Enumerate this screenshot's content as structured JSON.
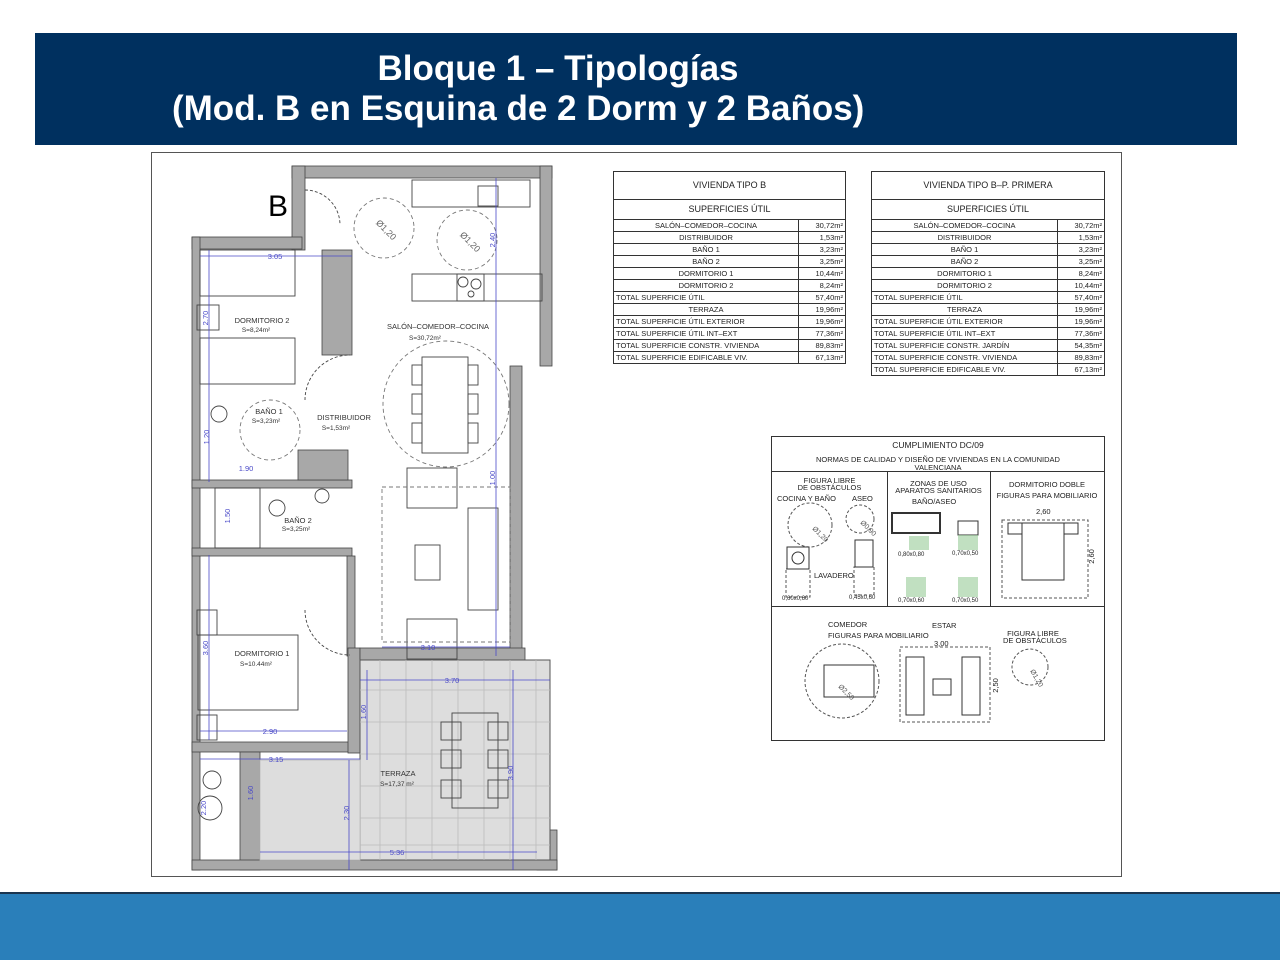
{
  "header": {
    "title": "Bloque 1 – Tipologías",
    "subtitle": "(Mod. B en Esquina de 2 Dorm y 2 Baños)"
  },
  "table_b": {
    "title": "VIVIENDA TIPO B",
    "subtitle": "SUPERFICIES ÚTIL",
    "rows": [
      {
        "label": "SALÓN–COMEDOR–COCINA",
        "value": "30,72m²",
        "center": true
      },
      {
        "label": "DISTRIBUIDOR",
        "value": "1,53m²",
        "center": true
      },
      {
        "label": "BAÑO 1",
        "value": "3,23m²",
        "center": true
      },
      {
        "label": "BAÑO 2",
        "value": "3,25m²",
        "center": true
      },
      {
        "label": "DORMITORIO 1",
        "value": "10,44m²",
        "center": true
      },
      {
        "label": "DORMITORIO 2",
        "value": "8,24m²",
        "center": true
      },
      {
        "label": "TOTAL SUPERFICIE ÚTIL",
        "value": "57,40m²"
      },
      {
        "label": "TERRAZA",
        "value": "19,96m²",
        "center": true
      },
      {
        "label": "TOTAL SUPERFICIE ÚTIL EXTERIOR",
        "value": "19,96m²"
      },
      {
        "label": "TOTAL SUPERFICIE ÚTIL INT–EXT",
        "value": "77,36m²"
      },
      {
        "label": "TOTAL SUPERFICIE CONSTR. VIVIENDA",
        "value": "89,83m²"
      },
      {
        "label": "TOTAL SUPERFICIE EDIFICABLE VIV.",
        "value": "67,13m²"
      }
    ]
  },
  "table_bp": {
    "title": "VIVIENDA TIPO B–P. PRIMERA",
    "subtitle": "SUPERFICIES ÚTIL",
    "rows": [
      {
        "label": "SALÓN–COMEDOR–COCINA",
        "value": "30,72m²",
        "center": true
      },
      {
        "label": "DISTRIBUIDOR",
        "value": "1,53m²",
        "center": true
      },
      {
        "label": "BAÑO 1",
        "value": "3,23m²",
        "center": true
      },
      {
        "label": "BAÑO 2",
        "value": "3,25m²",
        "center": true
      },
      {
        "label": "DORMITORIO 1",
        "value": "8,24m²",
        "center": true
      },
      {
        "label": "DORMITORIO 2",
        "value": "10,44m²",
        "center": true
      },
      {
        "label": "TOTAL SUPERFICIE ÚTIL",
        "value": "57,40m²"
      },
      {
        "label": "TERRAZA",
        "value": "19,96m²",
        "center": true
      },
      {
        "label": "TOTAL SUPERFICIE ÚTIL EXTERIOR",
        "value": "19,96m²"
      },
      {
        "label": "TOTAL SUPERFICIE ÚTIL INT–EXT",
        "value": "77,36m²"
      },
      {
        "label": "TOTAL SUPERFICIE CONSTR. JARDÍN",
        "value": "54,35m²"
      },
      {
        "label": "TOTAL SUPERFICIE CONSTR. VIVIENDA",
        "value": "89,83m²"
      },
      {
        "label": "TOTAL SUPERFICIE EDIFICABLE VIV.",
        "value": "67,13m²"
      }
    ]
  },
  "compliance": {
    "title": "CUMPLIMIENTO DC/09",
    "subtitle1": "NORMAS DE CALIDAD Y DISEÑO DE VIVIENDAS EN LA COMUNIDAD",
    "subtitle2": "VALENCIANA",
    "free1": "FIGURA LIBRE",
    "free2": "DE OBSTÁCULOS",
    "cocina_bano": "COCINA Y BAÑO",
    "aseo": "ASEO",
    "d120": "Ø1,20",
    "d090": "Ø0,90",
    "lavadero": "LAVADERO",
    "m060": "0,60x0,60",
    "m045": "0,45x0,60",
    "zonas1": "ZONAS DE USO",
    "zonas2": "APARATOS SANITARIOS",
    "bano_aseo": "BAÑO/ASEO",
    "m080": "0,80x0,80",
    "m070a": "0,70x0,50",
    "m070b": "0,70x0,60",
    "m070c": "0,70x0,50",
    "dorm1": "DORMITORIO DOBLE",
    "dorm2": "FIGURAS PARA MOBILIARIO",
    "d260a": "2,60",
    "d260b": "2,60",
    "comedor": "COMEDOR",
    "figuras": "FIGURAS PARA MOBILIARIO",
    "estar": "ESTAR",
    "d300": "3,00",
    "d250": "2,50",
    "d250c": "Ø2,50",
    "free3": "FIGURA LIBRE",
    "free4": "DE OBSTÁCULOS",
    "d120b": "Ø1,20"
  },
  "plan": {
    "type_letter": "B",
    "dorm2": "DORMITORIO 2",
    "dorm2_s": "S=8,24m²",
    "salon": "SALÓN–COMEDOR–COCINA",
    "salon_s": "S=30,72m²",
    "bano1": "BAÑO 1",
    "bano1_s": "S=3,23m²",
    "distribuidor": "DISTRIBUIDOR",
    "distribuidor_s": "S=1,53m²",
    "bano2": "BAÑO 2",
    "bano2_s": "S=3,25m²",
    "dorm1": "DORMITORIO 1",
    "dorm1_s": "S=10.44m²",
    "terraza": "TERRAZA",
    "terraza_s": "S=17,37 m²",
    "circle1": "Ø1,20",
    "circle2": "Ø1,20",
    "dims": {
      "d305": "3.05",
      "d270": "2.70",
      "d240": "2.40",
      "d100": "1.00",
      "d120": "1.20",
      "d190": "1.90",
      "d150": "1.50",
      "d360": "3.60",
      "d290": "2.90",
      "d310": "3.10",
      "d370": "3.70",
      "d160": "1.60",
      "d315": "3.15",
      "d230": "2.30",
      "d390": "3.90",
      "d536": "5.36",
      "d160b": "1.60",
      "d220": "2.20"
    }
  },
  "colors": {
    "header": "#00305f",
    "footer": "#2a7fba",
    "dimension": "#4a4ac8",
    "wall": "#a8a8a8"
  }
}
